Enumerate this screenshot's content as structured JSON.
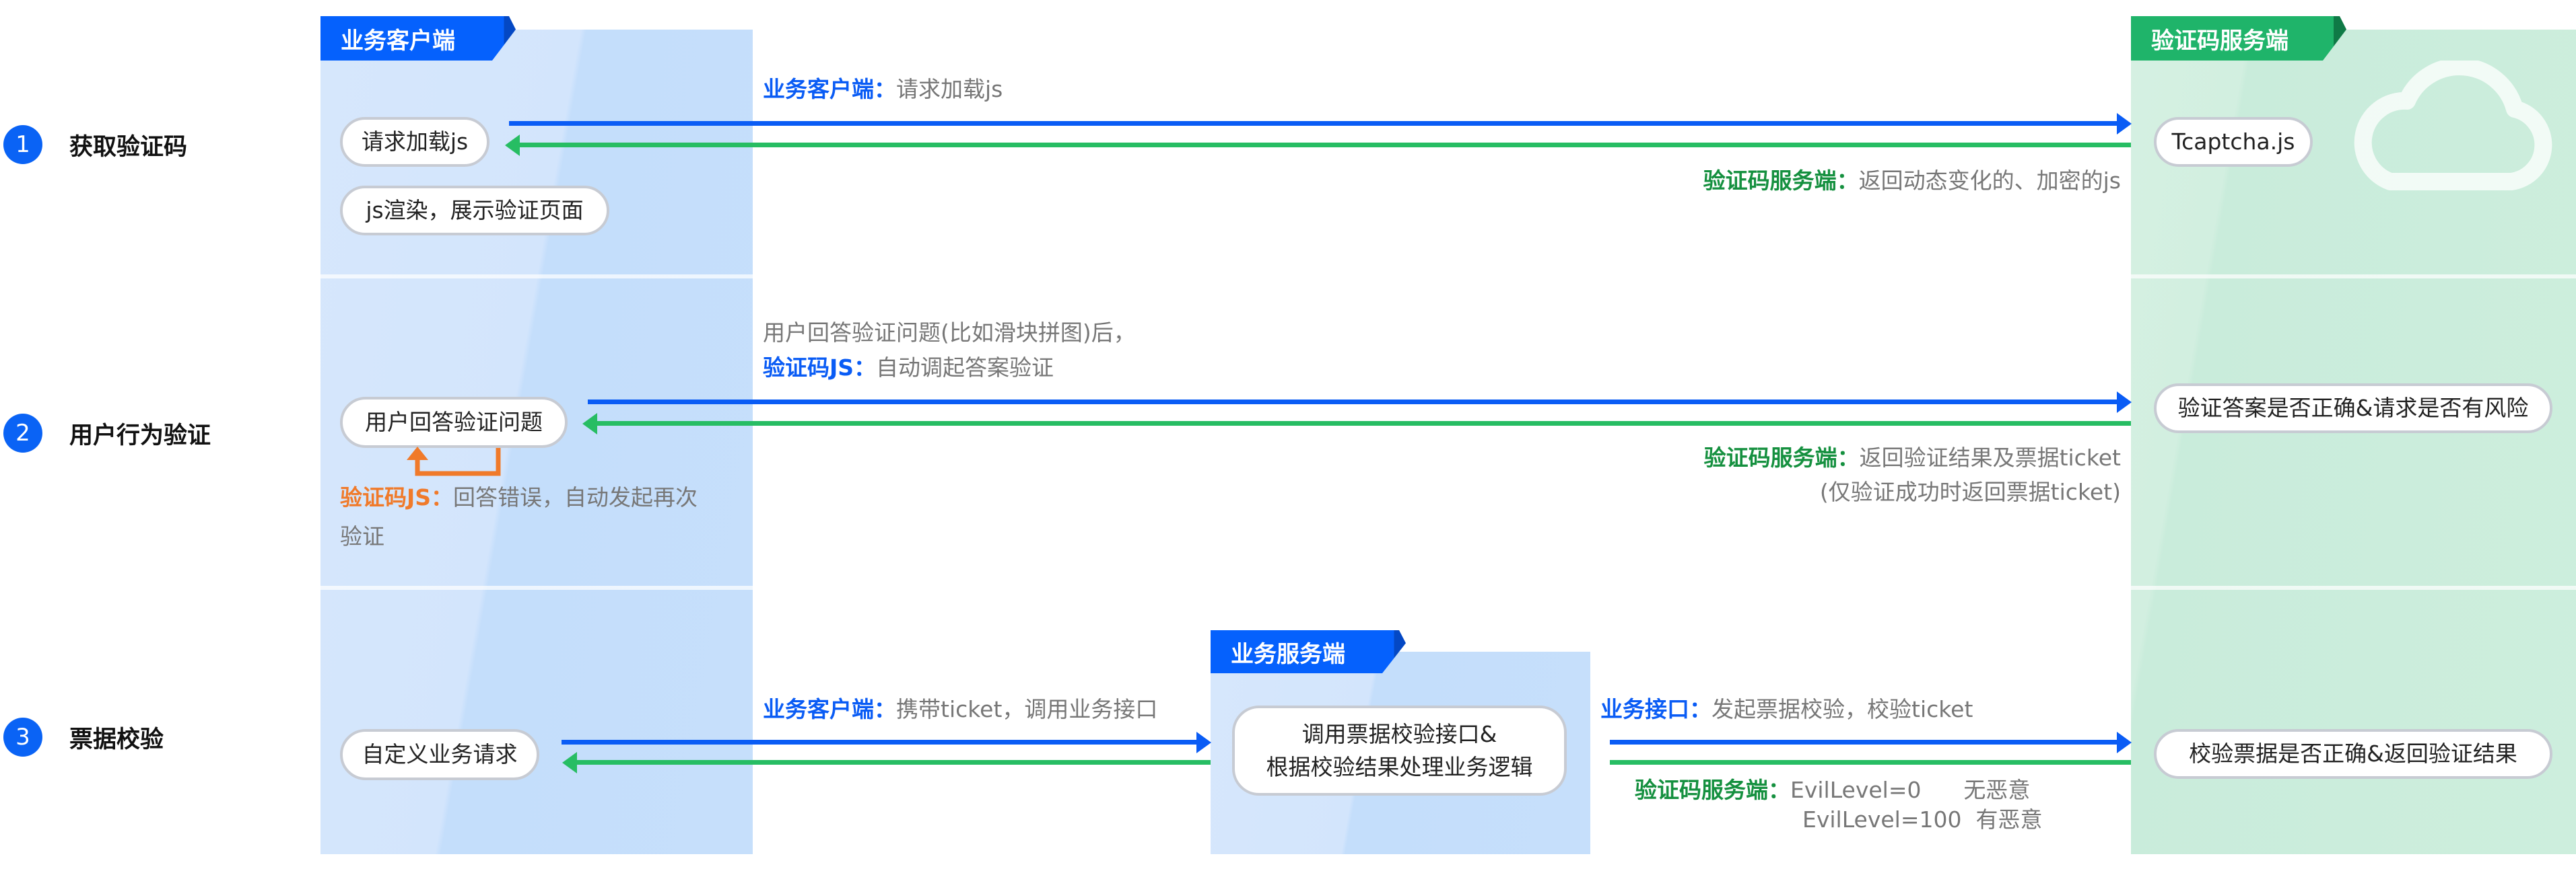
{
  "lanes": {
    "client": "业务客户端",
    "service": "验证码服务端",
    "biz_server": "业务服务端"
  },
  "steps": [
    {
      "number": "1",
      "label": "获取验证码"
    },
    {
      "number": "2",
      "label": "用户行为验证"
    },
    {
      "number": "3",
      "label": "票据校验"
    }
  ],
  "row1": {
    "client_pill_1": "请求加载js",
    "client_pill_2": "js渲染，展示验证页面",
    "service_pill": "Tcaptcha.js",
    "req_key": "业务客户端：",
    "req_text": "请求加载js",
    "resp_key": "验证码服务端：",
    "resp_text": "返回动态变化的、加密的js"
  },
  "row2": {
    "client_pill": "用户回答验证问题",
    "service_pill": "验证答案是否正确&请求是否有风险",
    "req_line1": "用户回答验证问题(比如滑块拼图)后，",
    "req_key": "验证码JS：",
    "req_text": "自动调起答案验证",
    "resp_key": "验证码服务端：",
    "resp_text": "返回验证结果及票据ticket",
    "resp_line2": "(仅验证成功时返回票据ticket)",
    "retry_key": "验证码JS：",
    "retry_text_1": "回答错误，自动发起再次",
    "retry_text_2": "验证"
  },
  "row3": {
    "client_pill": "自定义业务请求",
    "biz_pill_line1": "调用票据校验接口&",
    "biz_pill_line2": "根据校验结果处理业务逻辑",
    "service_pill": "校验票据是否正确&返回验证结果",
    "req_key": "业务客户端：",
    "req_text": "携带ticket，调用业务接口",
    "api_key": "业务接口：",
    "api_text": "发起票据校验，校验ticket",
    "resp_key": "验证码服务端：",
    "resp_line1": "EvilLevel=0      无恶意",
    "resp_line2": "EvilLevel=100  有恶意"
  },
  "colors": {
    "blue": "#0a5cf5",
    "green": "#27bd63",
    "orange": "#f07a2a"
  }
}
